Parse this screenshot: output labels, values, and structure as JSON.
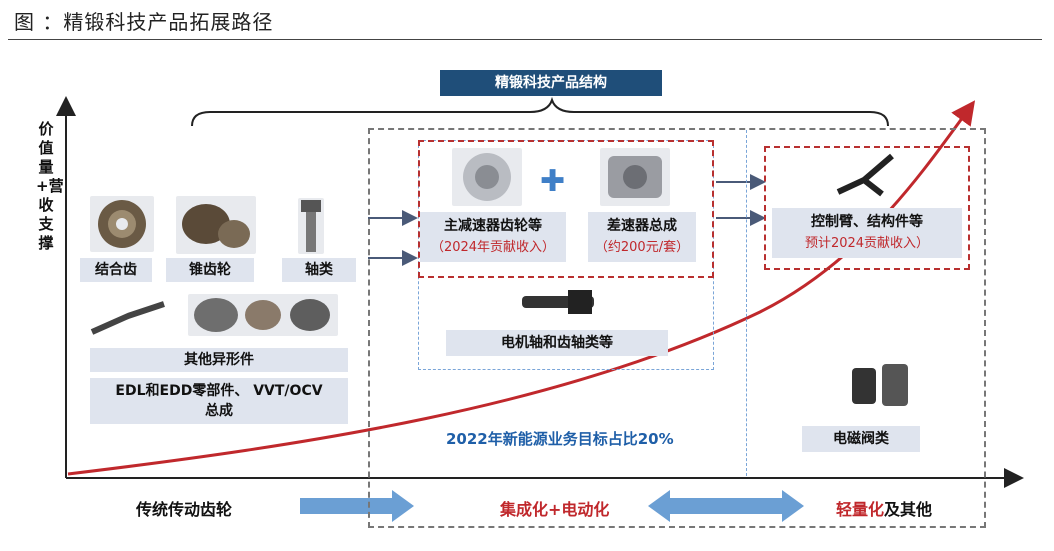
{
  "figure_title": "图 ：精锻科技产品拓展路径",
  "structure_title": "精锻科技产品结构",
  "y_axis_label": "价值量+营收支撑",
  "traditional": {
    "items": [
      "结合齿",
      "锥齿轮",
      "轴类"
    ],
    "other_parts": "其他异形件",
    "edl_line1": "EDL和EDD零部件、 VVT/OCV",
    "edl_line2": "总成"
  },
  "integration": {
    "main_reducer": "主减速器齿轮等",
    "main_reducer_note": "（2024年贡献收入）",
    "plus": "✚",
    "differential": "差速器总成",
    "differential_note": "（约200元/套）",
    "motor_shaft": "电机轴和齿轴类等",
    "ev_target": "2022年新能源业务目标占比20%"
  },
  "lightweight": {
    "control_arm": "控制臂、结构件等",
    "control_arm_note": "预计2024贡献收入）",
    "solenoid": "电磁阀类"
  },
  "bottom": {
    "traditional": "传统传动齿轮",
    "integration": "集成化+电动化",
    "light_red": "轻量化",
    "light_black": "及其他"
  },
  "colors": {
    "accent_red": "#c0282c",
    "navy": "#1f4e79",
    "arrow_blue": "#6b9fd4"
  }
}
